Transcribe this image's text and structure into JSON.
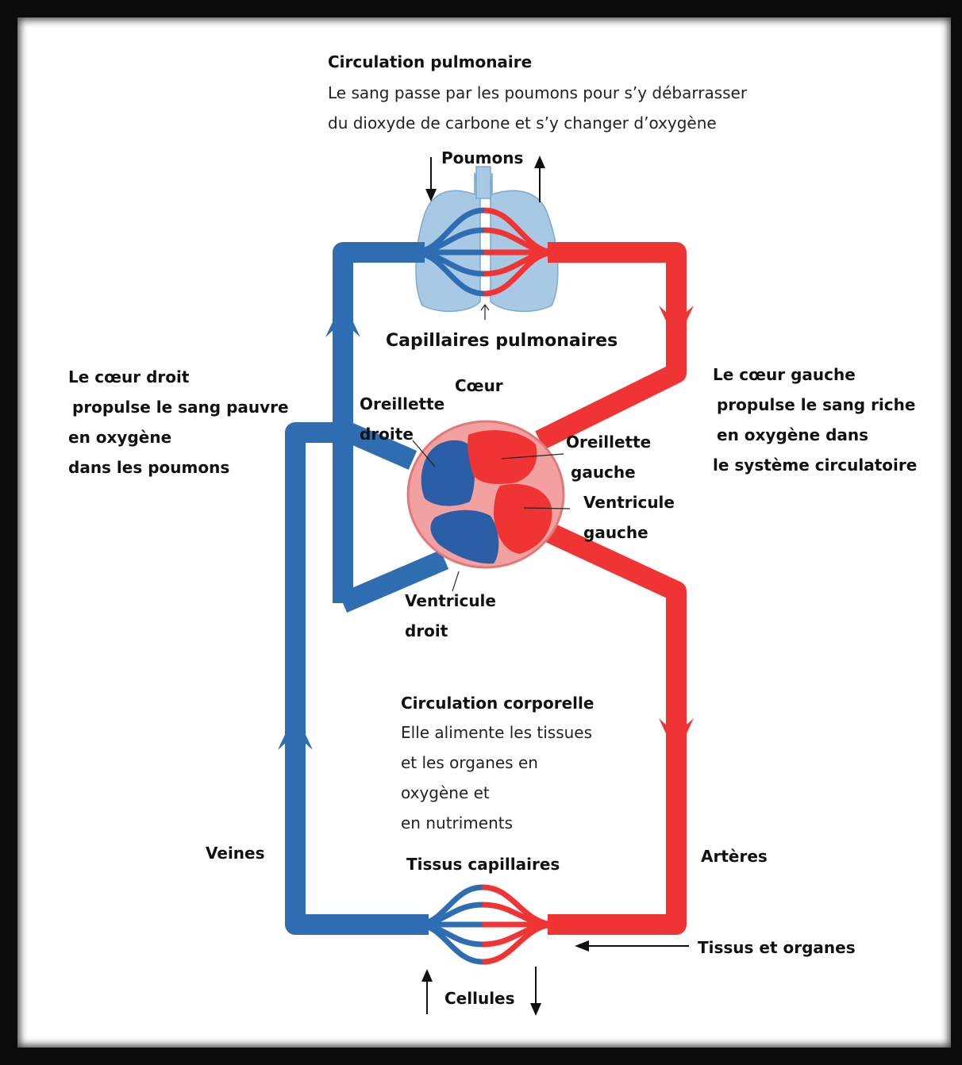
{
  "colors": {
    "venous": "#2f6db3",
    "arterial": "#f03434",
    "lung": "#a8c9e4",
    "heart_wall": "#f2a0a0",
    "background": "#ffffff",
    "frame": "#0b0b0b"
  },
  "pulmonary": {
    "title": "Circulation pulmonaire",
    "text": [
      "Le sang passe par les poumons pour s’y débarrasser",
      "du dioxyde de carbone et s’y changer d’oxygène"
    ]
  },
  "lungs_label": "Poumons",
  "pulmonary_capillaries_label": "Capillaires pulmonaires",
  "heart_label": "Cœur",
  "right_heart": {
    "lines": [
      "Le cœur droit",
      " propulse le sang pauvre",
      "en oxygène",
      "dans les poumons"
    ]
  },
  "left_heart": {
    "lines": [
      "Le cœur gauche",
      " propulse le sang riche",
      " en oxygène dans",
      "le système circulatoire"
    ]
  },
  "chambers": {
    "right_atrium": [
      "Oreillette",
      "droite"
    ],
    "left_atrium": [
      "Oreillette",
      "gauche"
    ],
    "left_ventricle": [
      "Ventricule",
      "gauche"
    ],
    "right_ventricle": [
      "Ventricule",
      "droit"
    ]
  },
  "systemic": {
    "title": "Circulation corporelle",
    "text": [
      "Elle alimente les tissues",
      " et les organes en",
      "oxygène et",
      " en nutriments"
    ]
  },
  "veins_label": "Veines",
  "arteries_label": "Artères",
  "tissue_capillaries_label": "Tissus capillaires",
  "tissues_organs_label": "Tissus et organes",
  "cells_label": "Cellules",
  "icons": [
    "arrow-down-icon",
    "arrow-up-icon",
    "arrow-left-icon"
  ]
}
